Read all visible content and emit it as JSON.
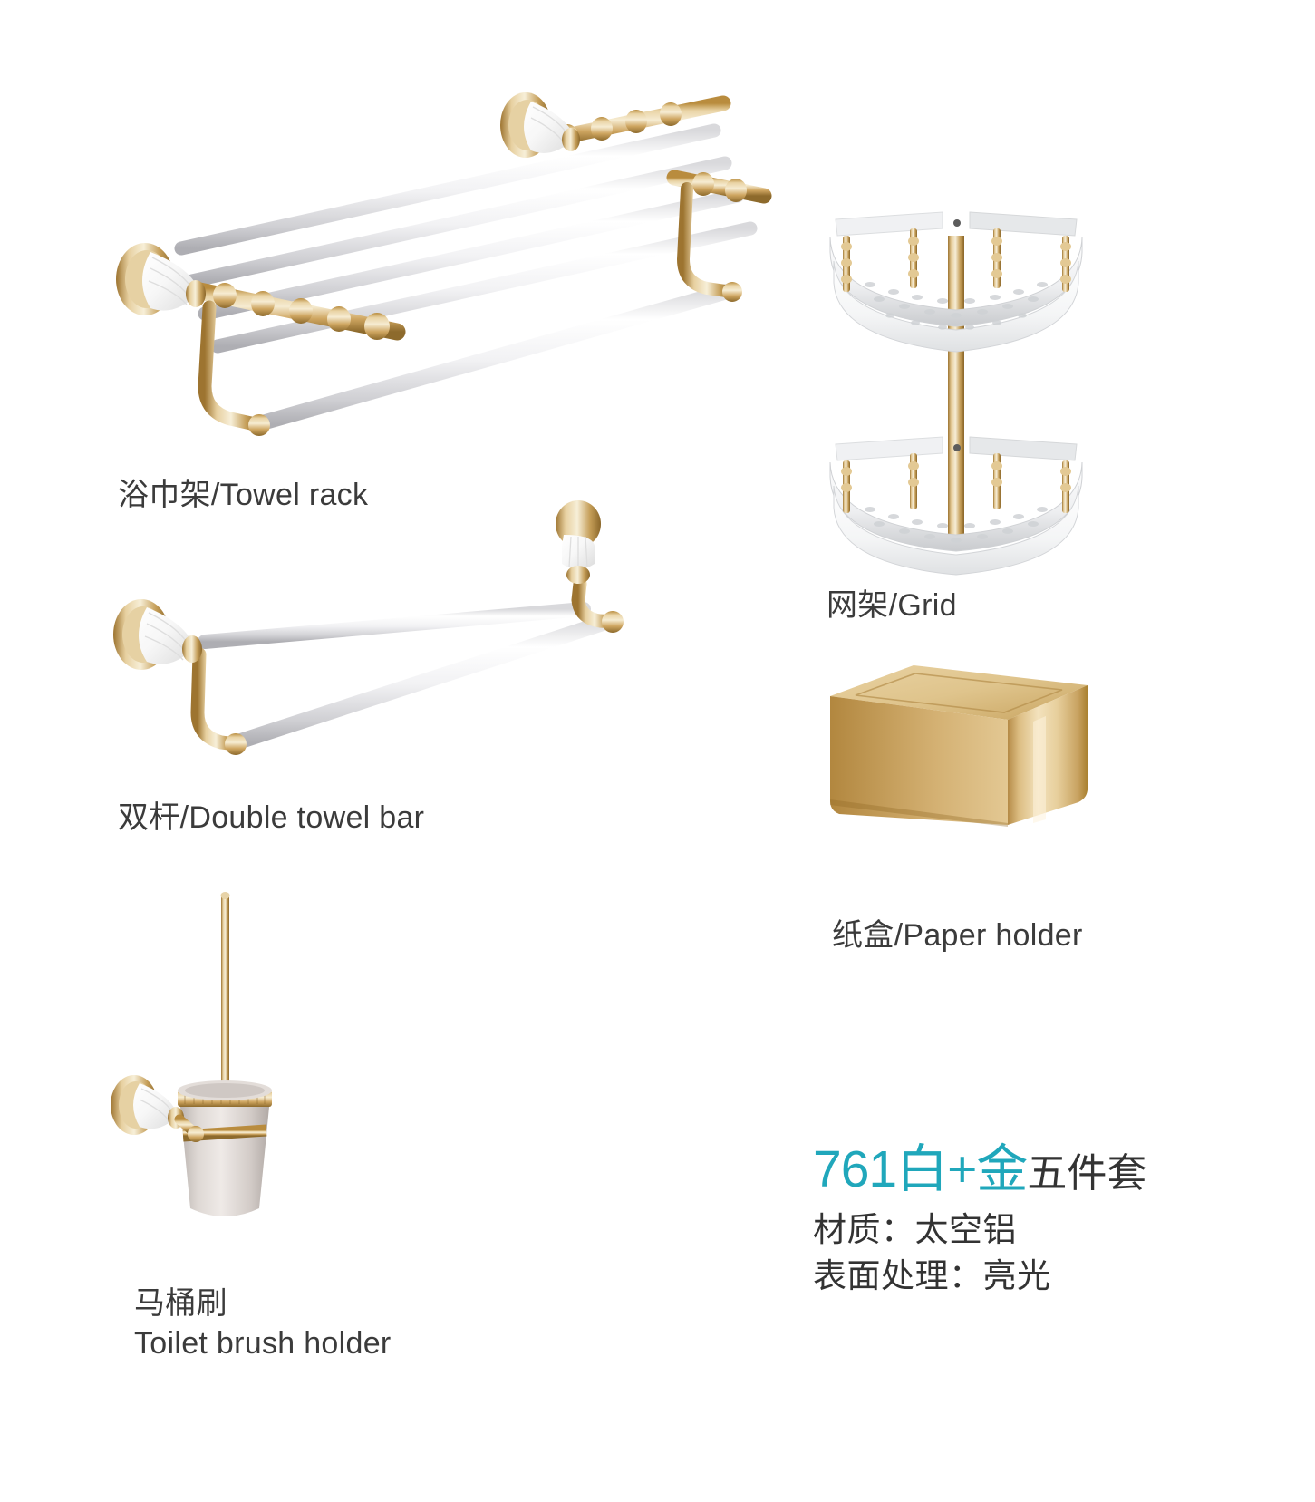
{
  "page": {
    "background_color": "#ffffff",
    "type": "product-catalog-sheet"
  },
  "palette": {
    "accent_teal": "#20a7bb",
    "text_dark": "#333333",
    "label_gray": "#3b3b3b",
    "gold_light": "#e8d2a0",
    "gold_mid": "#c9a25c",
    "gold_dark": "#9d7632",
    "white_tube": "#f4f4f4",
    "tube_shadow": "#c9c9cb",
    "ceramic_white": "#fbfbfb",
    "cup_gray": "#cdc7c4"
  },
  "products": [
    {
      "id": "towel-rack",
      "label_cn": "浴巾架",
      "label_en": "Towel rack",
      "label": "浴巾架/Towel rack",
      "icon": "towel-rack-icon"
    },
    {
      "id": "double-bar",
      "label_cn": "双杆",
      "label_en": "Double towel bar",
      "label": "双杆/Double towel bar",
      "icon": "double-towel-bar-icon"
    },
    {
      "id": "brush-holder",
      "label_cn": "马桶刷",
      "label_en": "Toilet brush holder",
      "label_line1": "马桶刷",
      "label_line2": "Toilet brush holder",
      "icon": "toilet-brush-holder-icon"
    },
    {
      "id": "grid-shelf",
      "label_cn": "网架",
      "label_en": "Grid",
      "label": "网架/Grid",
      "icon": "corner-grid-shelf-icon"
    },
    {
      "id": "paper-holder",
      "label_cn": "纸盒",
      "label_en": "Paper holder",
      "label": "纸盒/Paper holder",
      "icon": "paper-holder-box-icon"
    }
  ],
  "spec": {
    "model_code": "761白+金",
    "set_suffix": "五件套",
    "material_line": "材质：太空铝",
    "finish_line": "表面处理：亮光",
    "material_label": "材质",
    "material_value": "太空铝",
    "finish_label": "表面处理",
    "finish_value": "亮光",
    "piece_count": 5
  }
}
